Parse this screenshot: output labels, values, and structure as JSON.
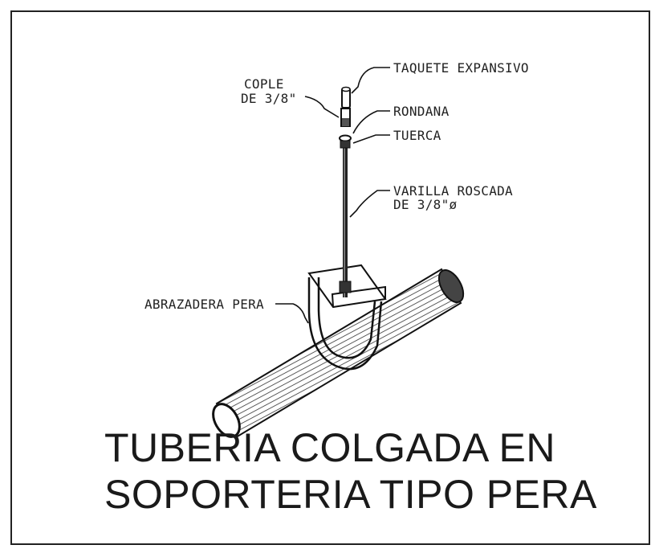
{
  "drawing": {
    "title_line_1": "TUBERIA COLGADA EN",
    "title_line_2": "SOPORTERIA TIPO PERA",
    "labels": {
      "taquete": "TAQUETE EXPANSIVO",
      "cople_line_1": "COPLE",
      "cople_line_2": "DE 3/8\"",
      "rondana": "RONDANA",
      "tuerca": "TUERCA",
      "varilla_line_1": "VARILLA ROSCADA",
      "varilla_line_2": "DE 3/8\"ø",
      "abrazadera": "ABRAZADERA PERA"
    }
  }
}
